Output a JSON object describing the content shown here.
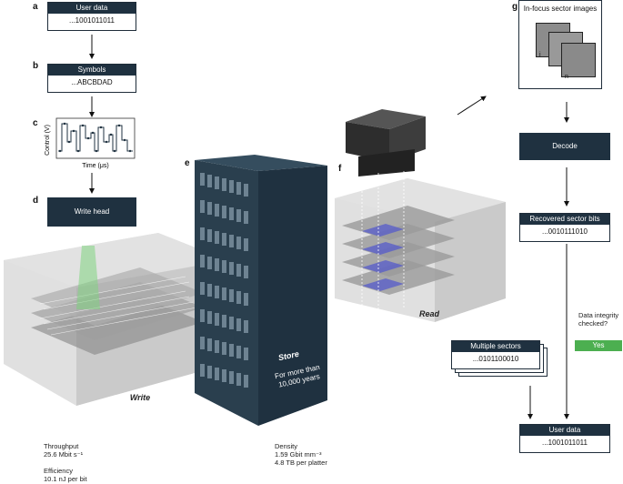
{
  "panels": {
    "a": "a",
    "b": "b",
    "c": "c",
    "d": "d",
    "e": "e",
    "f": "f",
    "g": "g"
  },
  "user_data_top": {
    "title": "User data",
    "value": "...1001011011"
  },
  "symbols": {
    "title": "Symbols",
    "value": "...ABCBDAD"
  },
  "control_plot": {
    "ylabel": "Control (V)",
    "xlabel": "Time (μs)"
  },
  "write_head": {
    "label": "Write head"
  },
  "write_block": {
    "label": "Write"
  },
  "store_block": {
    "title": "Store",
    "subtitle": "For more than 10,000 years"
  },
  "read_block": {
    "label": "Read"
  },
  "in_focus": {
    "title": "In-focus sector images",
    "idx1": "i",
    "idx2": "n"
  },
  "decode": {
    "label": "Decode"
  },
  "recovered": {
    "title": "Recovered sector bits",
    "value": "...0010111010"
  },
  "integrity": {
    "question": "Data integrity checked?",
    "answer": "Yes"
  },
  "multiple_sectors": {
    "title": "Multiple sectors",
    "value": "...0101100010"
  },
  "user_data_bottom": {
    "title": "User data",
    "value": "...1001011011"
  },
  "write_metrics": {
    "throughput_label": "Throughput",
    "throughput_value": "25.6 Mbit s⁻¹",
    "efficiency_label": "Efficiency",
    "efficiency_value": "10.1 nJ per bit"
  },
  "store_metrics": {
    "density_label": "Density",
    "density_value": "1.59 Gbit mm⁻³",
    "platter_value": "4.8 TB per platter"
  },
  "colors": {
    "dark": "#1f3140",
    "green": "#4caf50",
    "glass": "#cfcfcf",
    "purple": "#5a5fc8"
  }
}
